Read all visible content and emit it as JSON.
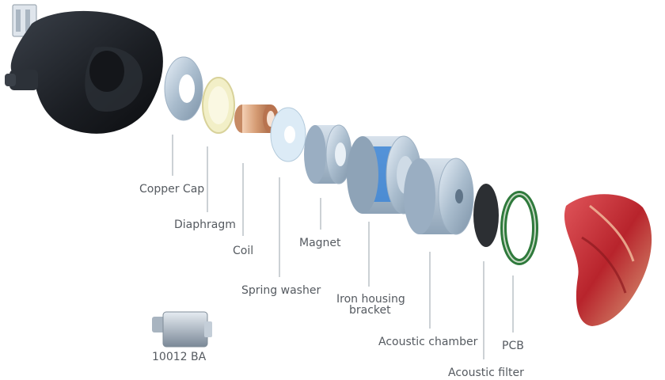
{
  "diagram": {
    "labels": {
      "copper_cap": "Copper Cap",
      "diaphragm": "Diaphragm",
      "coil": "Coil",
      "magnet": "Magnet",
      "spring_washer": "Spring washer",
      "iron_housing_line1": "Iron housing",
      "iron_housing_line2": "bracket",
      "acoustic_chamber": "Acoustic chamber",
      "pcb": "PCB",
      "acoustic_filter": "Acoustic filter",
      "ba_driver": "10012 BA"
    },
    "colors": {
      "shell": "#1e2126",
      "faceplate": "#b8242c",
      "faceplate_accent": "#d9a27c",
      "metal": "#b9c8d8",
      "glass": "#cfe3f0",
      "diaphragm": "#efeab8",
      "coil": "#d9a07a",
      "iron_band": "#3e86d6",
      "filter": "#2c2f33",
      "pcb": "#2f7a3c",
      "leader_line": "#9aa3ab",
      "label_text": "#555a60"
    }
  }
}
